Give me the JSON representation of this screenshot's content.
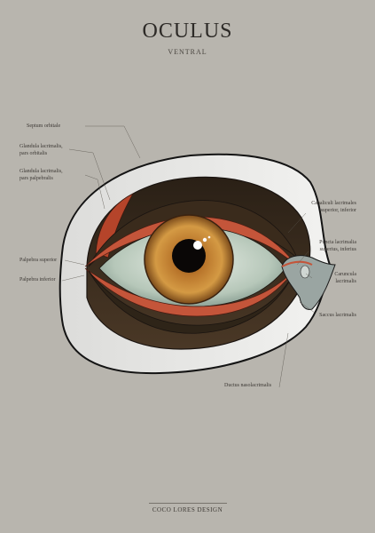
{
  "title": "OCULUS",
  "subtitle": "VENTRAL",
  "footer": "COCO LORES DESIGN",
  "labels": {
    "septum": "Septum orbitale",
    "gl_orb_1": "Glandula lacrimalis,",
    "gl_orb_2": "pars orbitalis",
    "gl_pal_1": "Glandula lacrimalis,",
    "gl_pal_2": "pars palpebralis",
    "palp_sup": "Palpebra superior",
    "palp_inf": "Palpebra inferior",
    "canal_1": "Canaliculi lacrimales",
    "canal_2": "superior, inferior",
    "puncta_1": "Puncta lacrimalia",
    "puncta_2": "superius, inferius",
    "caruncula_1": "Caruncula",
    "caruncula_2": "lacrimalis",
    "saccus": "Saccus lacrimalis",
    "ductus": "Ductus nasolacrimalis"
  },
  "colors": {
    "background": "#b8b5ae",
    "iris": "#b8742a",
    "lid_lining": "#c4553a"
  }
}
